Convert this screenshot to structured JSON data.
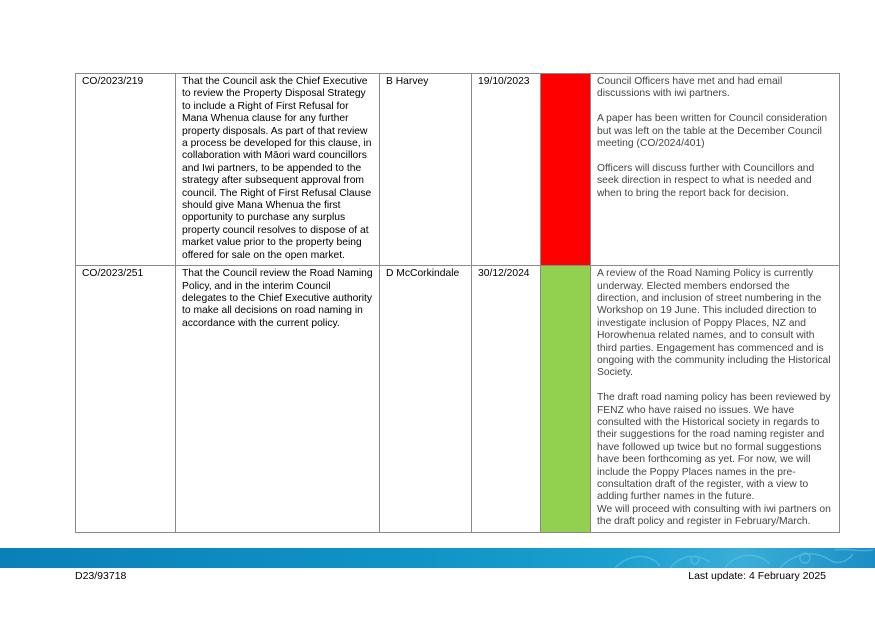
{
  "rows": [
    {
      "ref": "CO/2023/219",
      "resolution": "That the Council ask the Chief Executive to review the Property Disposal Strategy to include a Right of First Refusal for Mana Whenua clause for any further property disposals.  As part of that review a process be developed for this clause, in collaboration with Māori ward councillors and Iwi partners, to be appended to the strategy after subsequent approval from council.  The Right of First Refusal Clause should give Mana Whenua the first opportunity to purchase any surplus property council resolves to dispose of at market value prior to the property being offered for sale on the open market.",
      "officer": "B Harvey",
      "date": "19/10/2023",
      "status_color": "#ff0000",
      "update": [
        "Council Officers have met and had email discussions with iwi partners.",
        "A paper has been written for Council consideration but was left on the table at the December Council meeting (CO/2024/401)",
        "Officers will discuss further with Councillors and seek direction in respect to what is needed and when to bring the report back for decision."
      ]
    },
    {
      "ref": "CO/2023/251",
      "resolution": "That the Council review the Road Naming Policy, and in the interim Council delegates to the Chief Executive authority to make all decisions on road naming in accordance with the current policy.",
      "officer": "D McCorkindale",
      "date": "30/12/2024",
      "status_color": "#92d050",
      "update": [
        "A review of the Road Naming Policy is currently underway.  Elected members endorsed the direction, and inclusion of street numbering in the Workshop on 19 June.  This included direction to investigate inclusion of Poppy Places, NZ and Horowhenua related names, and to consult with third parties. Engagement has commenced and is ongoing with the community including the Historical Society.",
        "The draft road naming policy has been reviewed by FENZ who have raised no issues.  We have consulted with the Historical society in regards to their suggestions for the road naming register and have followed up twice but no formal suggestions have been forthcoming as yet.  For now, we will include the Poppy Places names in the pre-consultation draft of the register, with a view to adding further names in the future.\nWe will proceed with consulting with iwi partners on the draft policy and register in February/March."
      ]
    }
  ],
  "footer": {
    "doc_ref": "D23/93718",
    "last_update": "Last update: 4 February 2025"
  }
}
